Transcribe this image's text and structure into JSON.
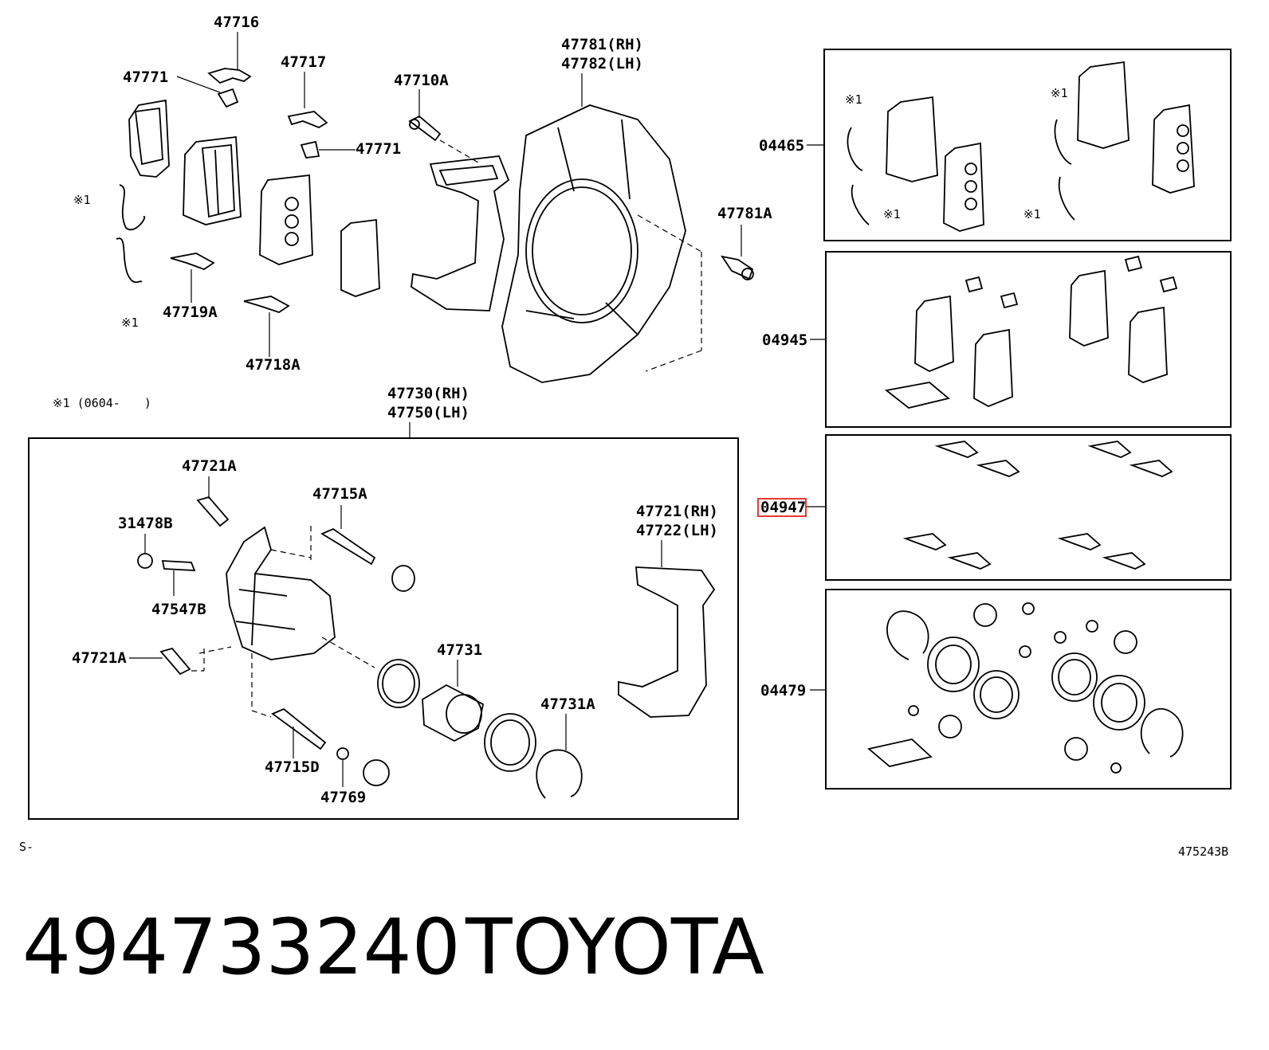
{
  "labels": {
    "p47716": "47716",
    "p47771_a": "47771",
    "p47717": "47717",
    "p47771_b": "47771",
    "p47710A": "47710A",
    "p47781_rh": "47781(RH)",
    "p47782_lh": "47782(LH)",
    "p47781A": "47781A",
    "mark1_a": "※1",
    "mark1_b": "※1",
    "p47719A": "47719A",
    "p47718A": "47718A",
    "note1": "※1 (0604-　　)",
    "p47730_rh": "47730(RH)",
    "p47750_lh": "47750(LH)",
    "p47721A_a": "47721A",
    "p47715A": "47715A",
    "p31478B": "31478B",
    "p47547B": "47547B",
    "p47721A_b": "47721A",
    "p47721_rh": "47721(RH)",
    "p47722_lh": "47722(LH)",
    "p47731": "47731",
    "p47731A": "47731A",
    "p47715D": "47715D",
    "p47769": "47769",
    "kit04465": "04465",
    "kit04945": "04945",
    "kit04947": "04947",
    "kit04479": "04479",
    "k1_mark_a": "※1",
    "k1_mark_b": "※1",
    "k1_mark_c": "※1",
    "k1_mark_d": "※1",
    "footer_left": "S-",
    "footer_right": "475243B"
  },
  "caption": {
    "part_number": "494733240",
    "brand": "TOYOTA"
  },
  "colors": {
    "line": "#000000",
    "highlight": "#e53935",
    "background": "#ffffff"
  }
}
